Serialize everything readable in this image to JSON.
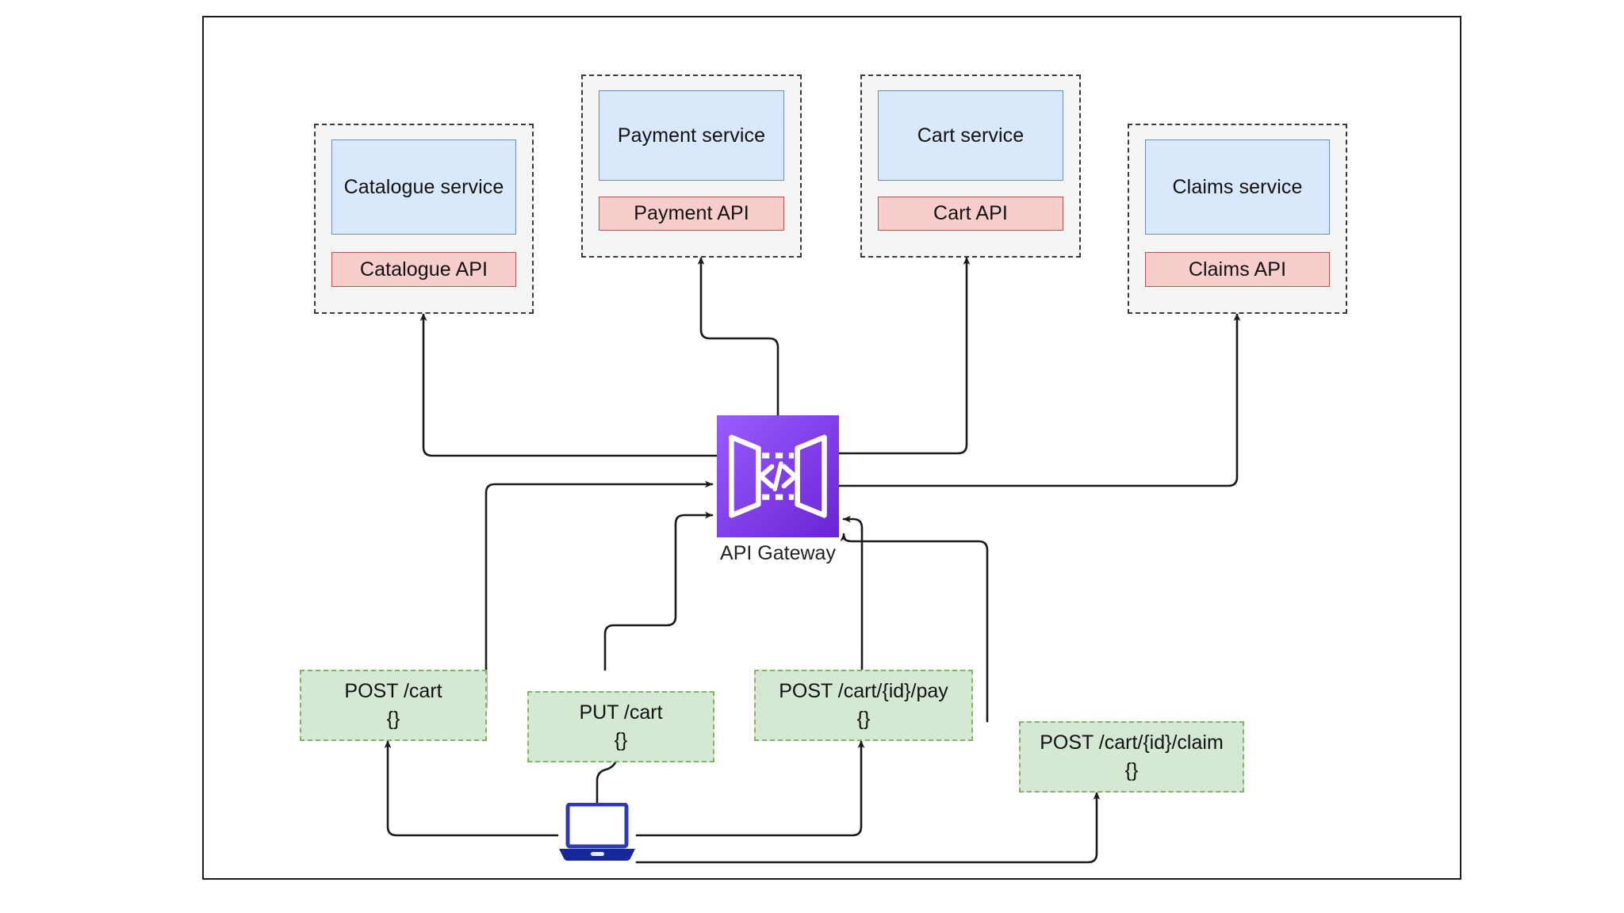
{
  "diagram": {
    "title": "API Gateway microservices request routing diagram",
    "colors": {
      "service_fill": "#dae8fc",
      "service_stroke": "#6c8ebf",
      "api_fill": "#f8cecc",
      "api_stroke": "#b85450",
      "request_fill": "#d5e8d4",
      "request_stroke": "#82b366",
      "group_fill": "#f5f5f5",
      "group_stroke": "#3a3a3a",
      "gateway_purple_light": "#8c4fff",
      "gateway_purple_dark": "#6a29d6",
      "laptop_blue": "#2c3bb5",
      "laptop_base": "#17289c",
      "connector": "#1a1a1a",
      "frame": "#1a1a1a"
    },
    "services": [
      {
        "name": "catalogue",
        "service_label": "Catalogue service",
        "api_label": "Catalogue API"
      },
      {
        "name": "payment",
        "service_label": "Payment service",
        "api_label": "Payment API"
      },
      {
        "name": "cart",
        "service_label": "Cart service",
        "api_label": "Cart API"
      },
      {
        "name": "claims",
        "service_label": "Claims service",
        "api_label": "Claims API"
      }
    ],
    "gateway": {
      "label": "API Gateway",
      "icon": "api-gateway-icon"
    },
    "client": {
      "icon": "laptop-icon",
      "label": ""
    },
    "requests": [
      {
        "name": "post-cart",
        "method_path": "POST /cart",
        "body": "{}"
      },
      {
        "name": "put-cart",
        "method_path": "PUT /cart",
        "body": "{}"
      },
      {
        "name": "post-cart-pay",
        "method_path": "POST /cart/{id}/pay",
        "body": "{}"
      },
      {
        "name": "post-cart-claim",
        "method_path": "POST /cart/{id}/claim",
        "body": "{}"
      }
    ]
  }
}
